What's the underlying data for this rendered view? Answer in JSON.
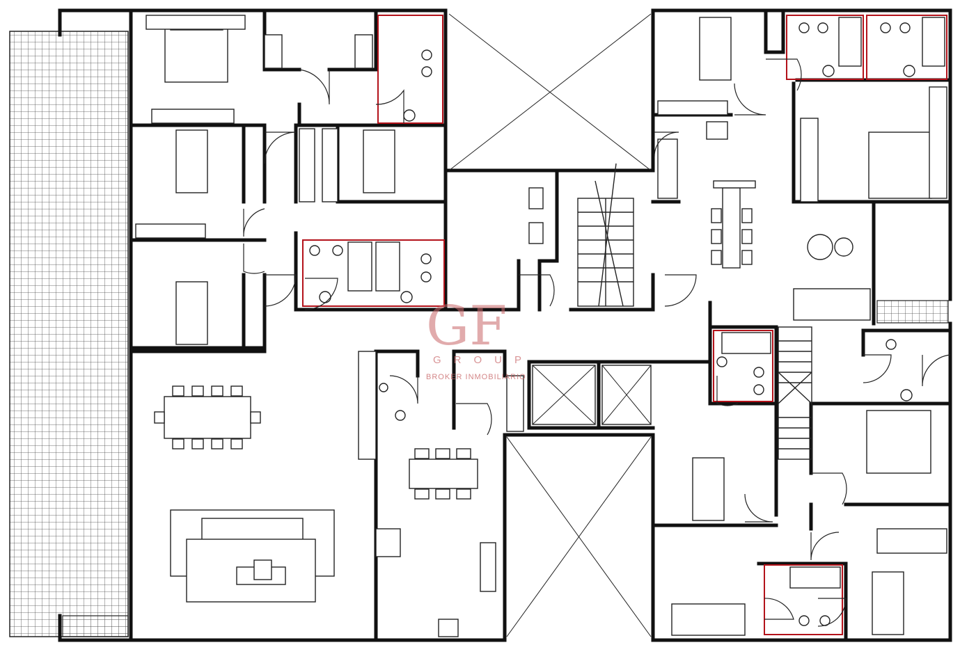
{
  "logo": {
    "mark": "GF",
    "group_text": "GROUP",
    "subtitle": "BROKER INMOBILIARIO"
  },
  "colors": {
    "wall": "#111111",
    "wet_room_outline": "#b3121a",
    "logo": "#c9686a"
  }
}
